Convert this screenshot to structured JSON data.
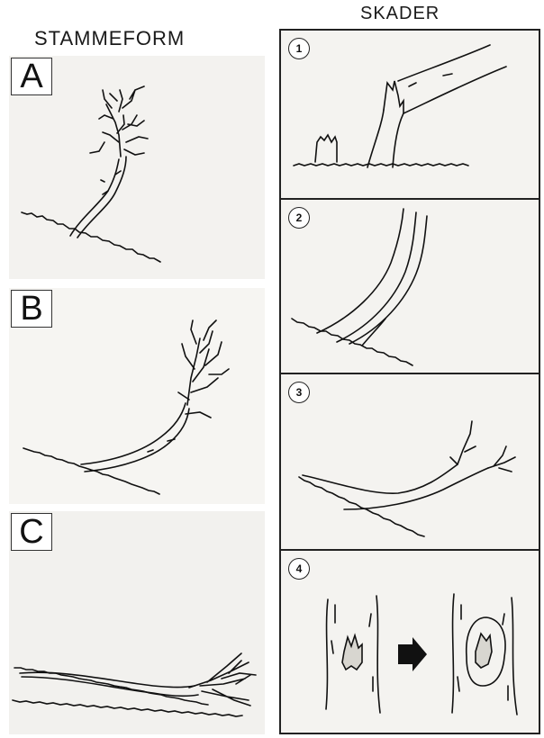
{
  "left_column": {
    "heading": "STAMMEFORM",
    "panels": [
      {
        "letter": "A"
      },
      {
        "letter": "B"
      },
      {
        "letter": "C"
      }
    ]
  },
  "right_column": {
    "heading": "SKADER",
    "cells": [
      {
        "number": "1"
      },
      {
        "number": "2"
      },
      {
        "number": "3"
      },
      {
        "number": "4"
      }
    ]
  }
}
